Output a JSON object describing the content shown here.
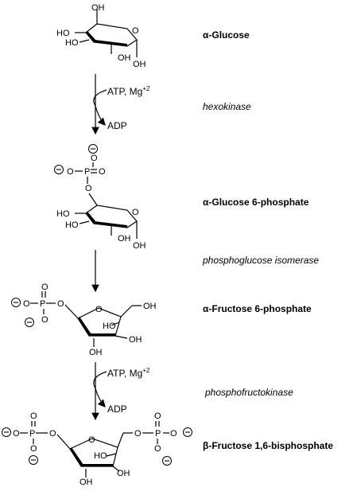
{
  "compounds": {
    "glucose": "α-Glucose",
    "glucose6p": "α-Glucose 6-phosphate",
    "fructose6p": "α-Fructose 6-phosphate",
    "fructose16bp": "β-Fructose 1,6-bisphosphate"
  },
  "enzymes": {
    "step1": "hexokinase",
    "step2": "phosphoglucose isomerase",
    "step3": "phosphofructokinase"
  },
  "cofactors": {
    "step1_in": "ATP, Mg+2",
    "step1_out": "ADP",
    "step3_in": "ATP, Mg+2",
    "step3_out": "ADP"
  },
  "atoms": {
    "oh": "OH",
    "ho": "HO",
    "o": "O",
    "p": "P",
    "ho_pre": "HO"
  }
}
